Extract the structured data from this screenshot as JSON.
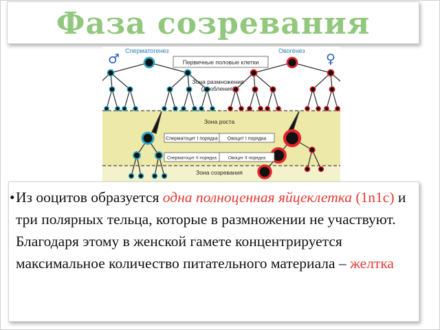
{
  "title": "Фаза созревания",
  "diagram": {
    "male_label": "Сперматогенез",
    "female_label": "Овогенез",
    "male_symbol": "♂",
    "female_symbol": "♀",
    "primary_cells": "Первичные половые клетки",
    "reproduction_zone_line1": "Зона размножения",
    "reproduction_zone_line2": "(дробления)",
    "growth_zone": "Зона роста",
    "spermatocyte_1": "Сперматоцит I порядка",
    "oocyte_1": "Овоцит I порядка",
    "spermatocyte_2": "Сперматоцит II порядка",
    "oocyte_2": "Овоцит II порядка",
    "maturation_zone": "Зона созревания",
    "colors": {
      "male": "#2aa7c6",
      "female": "#e5232b",
      "growth_band": "#ece9a9"
    }
  },
  "text": {
    "bullet": "•",
    "p1": "Из  ооцитов образуется ",
    "p2": "одна полноценная яйцеклетка",
    "p3": " ",
    "p4": "(1n1c)",
    "p5": " и три полярных тельца, которые в размножении не участвуют. Благодаря этому в женской гамете концентрируется максимальное количество питательного материала – ",
    "p6": "желтка"
  }
}
